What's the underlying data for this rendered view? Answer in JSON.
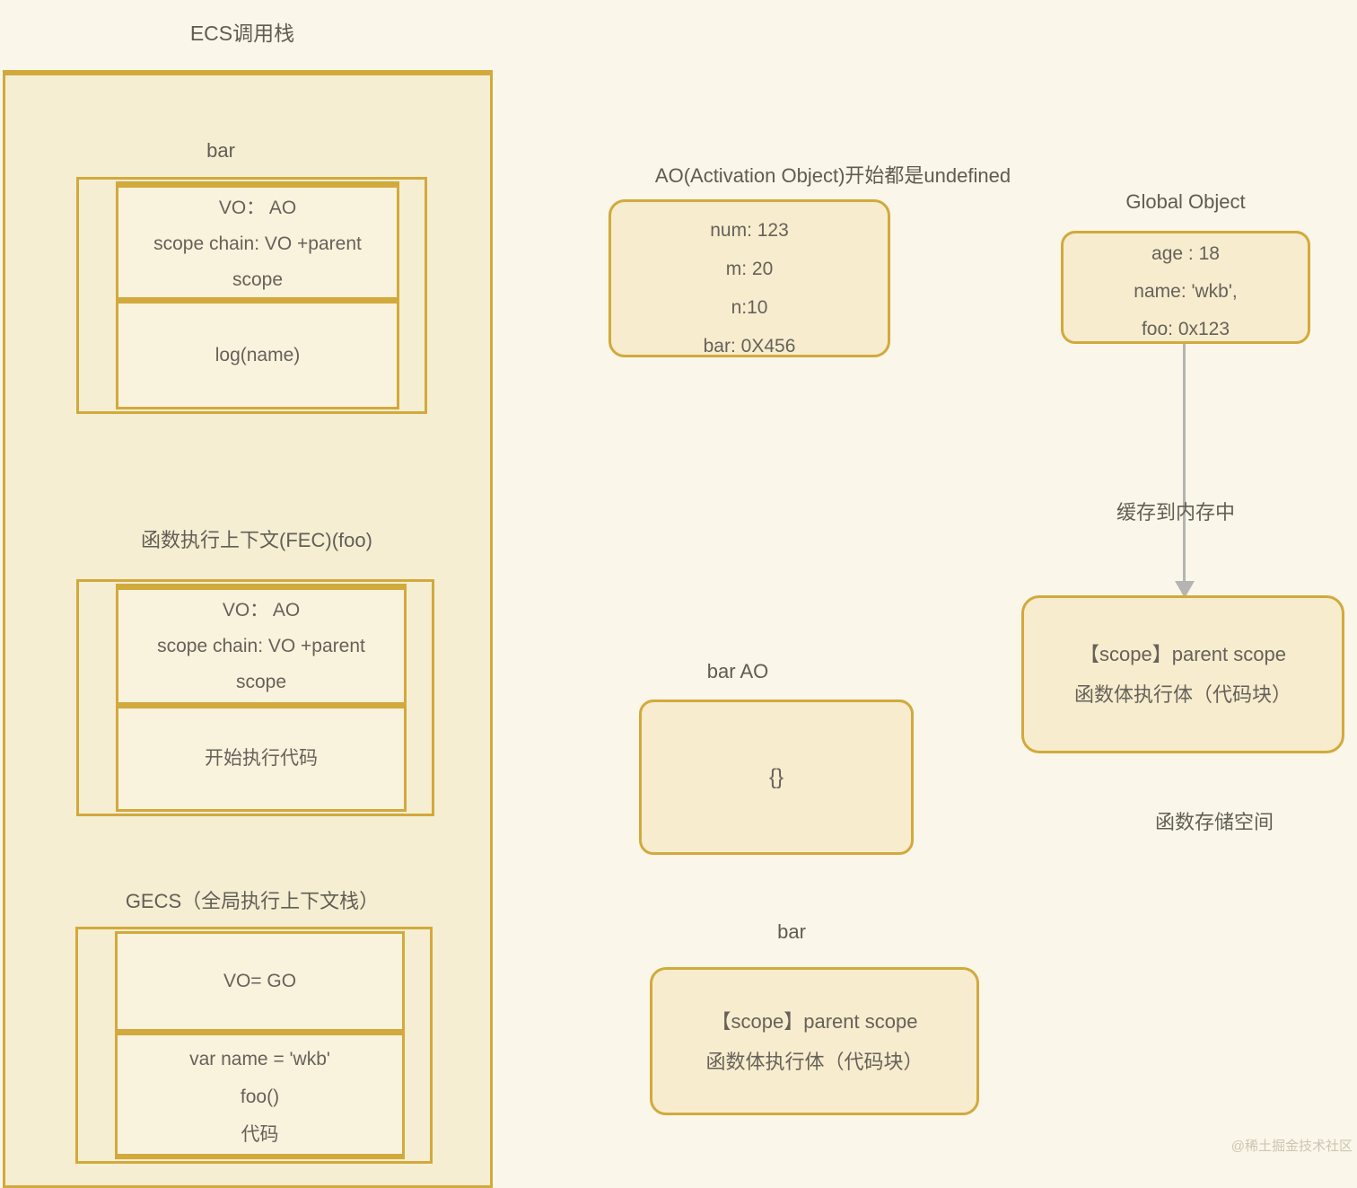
{
  "colors": {
    "gold_border": "#d2a93c",
    "page_bg": "#faf6e9",
    "container_fill": "#f6eed3",
    "cell_fill": "#f9f2dd",
    "note_fill": "#f7ecce",
    "text": "#66625a",
    "arrow_gray": "#b4b4b2"
  },
  "ecs": {
    "title": "ECS调用栈",
    "frames": [
      {
        "label": "bar",
        "cell1": [
          "VO： AO",
          "scope chain: VO +parent",
          "scope"
        ],
        "cell2": [
          "log(name)"
        ]
      },
      {
        "label": "函数执行上下文(FEC)(foo)",
        "cell1": [
          "VO： AO",
          "scope chain: VO +parent",
          "scope"
        ],
        "cell2": [
          "开始执行代码"
        ]
      },
      {
        "label": "GECS（全局执行上下文栈）",
        "cell1": [
          "VO= GO"
        ],
        "cell2": [
          "var name = 'wkb'",
          "foo()",
          "代码"
        ]
      }
    ]
  },
  "ao_note": {
    "title": "AO(Activation Object)开始都是undefined",
    "lines": [
      "num: 123",
      "m: 20",
      "n:10",
      "bar: 0X456"
    ]
  },
  "global_object": {
    "title": "Global Object",
    "lines": [
      "age : 18",
      "name: 'wkb',",
      "foo: 0x123"
    ]
  },
  "memory_arrow": {
    "label": "缓存到内存中"
  },
  "function_space": {
    "lines": [
      "【scope】parent scope",
      "函数体执行体（代码块）"
    ],
    "caption": "函数存储空间"
  },
  "bar_ao": {
    "title": "bar AO",
    "content": "{}"
  },
  "bar_scope": {
    "title": "bar",
    "lines": [
      "【scope】parent scope",
      "函数体执行体（代码块）"
    ]
  },
  "watermark": "@稀土掘金技术社区"
}
